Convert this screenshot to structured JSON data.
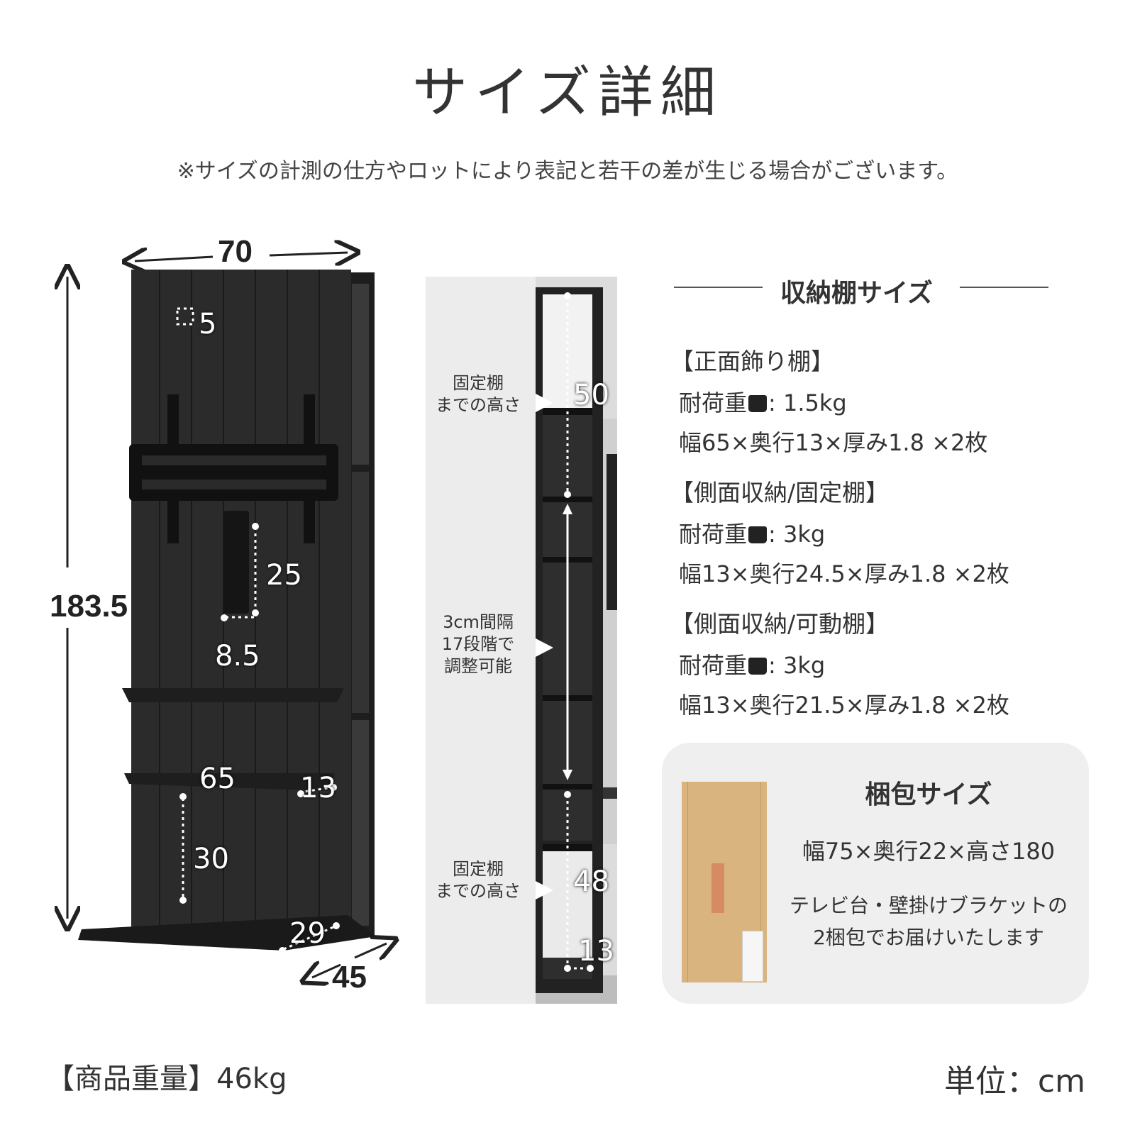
{
  "title": "サイズ詳細",
  "note": "※サイズの計測の仕方やロットにより表記と若干の差が生じる場合がございます。",
  "front_dims": {
    "width": "70",
    "height": "183.5",
    "hole": "5",
    "cable_h": "25",
    "cable_w": "8.5",
    "shelf_w": "65",
    "shelf_d": "13",
    "shelf_gap": "30",
    "base_d": "29",
    "depth": "45"
  },
  "side_photo": {
    "cap_top": [
      "固定棚",
      "までの高さ"
    ],
    "val_top": "50",
    "cap_mid": [
      "3cm間隔",
      "17段階で",
      "調整可能"
    ],
    "cap_bottom": [
      "固定棚",
      "までの高さ"
    ],
    "val_bottom": "48",
    "val_width": "13"
  },
  "specs": {
    "heading": "収納棚サイズ",
    "groups": [
      {
        "title": "【正面飾り棚】",
        "load_label": "耐荷重",
        "load_value": ": 1.5kg",
        "size": "幅65×奥行13×厚み1.8 ×2枚"
      },
      {
        "title": "【側面収納/固定棚】",
        "load_label": "耐荷重",
        "load_value": ": 3kg",
        "size": "幅13×奥行24.5×厚み1.8 ×2枚"
      },
      {
        "title": "【側面収納/可動棚】",
        "load_label": "耐荷重",
        "load_value": ": 3kg",
        "size": "幅13×奥行21.5×厚み1.8 ×2枚"
      }
    ]
  },
  "package": {
    "heading": "梱包サイズ",
    "size": "幅75×奥行22×高さ180",
    "line1": "テレビ台・壁掛けブラケットの",
    "line2": "2梱包でお届けいたします"
  },
  "footer": {
    "weight_label": "【商品重量】",
    "weight_value": "46kg",
    "unit": "単位：cm"
  },
  "colors": {
    "panel": "#2b2b2b",
    "accent_line": "#555555",
    "box": "#d9b47f"
  }
}
